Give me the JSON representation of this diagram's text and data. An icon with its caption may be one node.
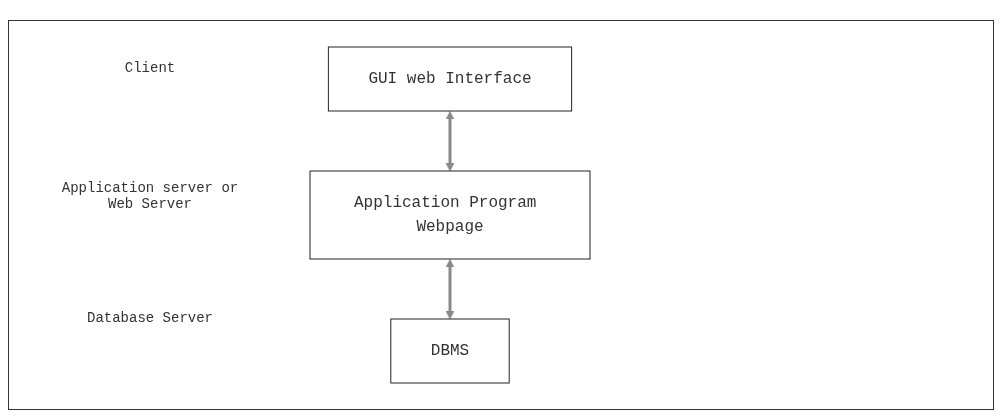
{
  "diagram": {
    "nodes": [
      {
        "text": [
          "GUI web Interface"
        ]
      },
      {
        "text": [
          "Application Program Webpage"
        ]
      },
      {
        "text": [
          "DBMS"
        ]
      }
    ],
    "edges": [
      {
        "from": 0,
        "to": 1,
        "arrow": "both"
      },
      {
        "from": 1,
        "to": 2,
        "arrow": "both"
      }
    ],
    "labels": [
      "Client",
      "Application server or Web Server",
      "Database Server"
    ]
  }
}
